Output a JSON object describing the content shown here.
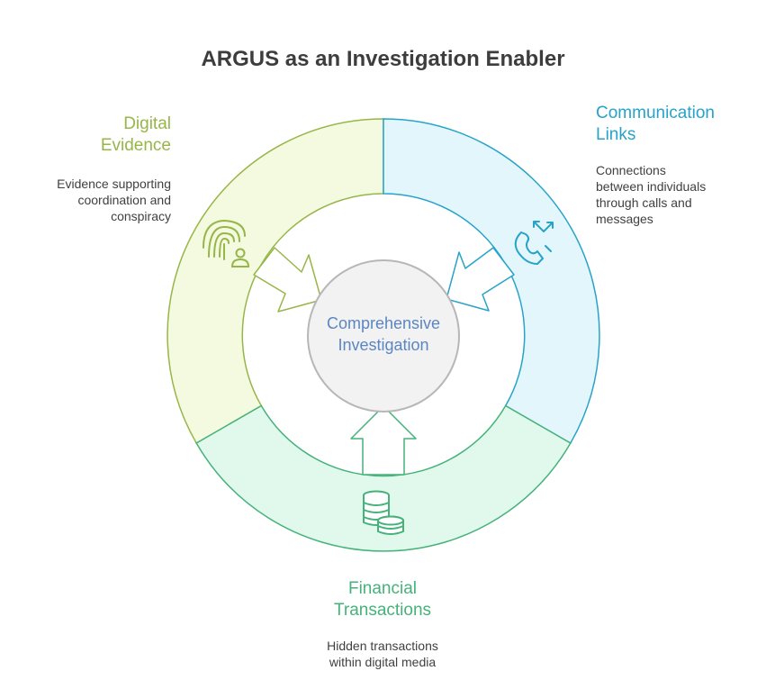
{
  "title": "ARGUS as an Investigation Enabler",
  "center": {
    "label": "Comprehensive\nInvestigation"
  },
  "segments": {
    "digital_evidence": {
      "title": "Digital\nEvidence",
      "description": "Evidence supporting\ncoordination and\nconspiracy",
      "icon": "fingerprint-user-icon",
      "color": "#97b648",
      "fill": "#f3fadf"
    },
    "communication_links": {
      "title": "Communication\nLinks",
      "description": "Connections\nbetween individuals\nthrough calls and\nmessages",
      "icon": "phone-call-icon",
      "color": "#27a3c9",
      "fill": "#e3f6fc"
    },
    "financial_transactions": {
      "title": "Financial\nTransactions",
      "description": "Hidden transactions\nwithin digital media",
      "icon": "coins-icon",
      "color": "#45b27a",
      "fill": "#e1f8ec"
    }
  }
}
